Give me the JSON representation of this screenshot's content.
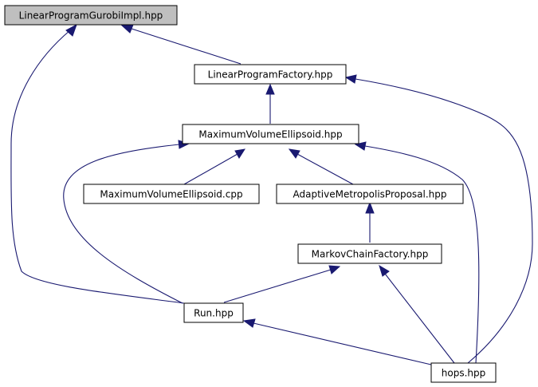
{
  "nodes": {
    "gurobi": "LinearProgramGurobiImpl.hpp",
    "lpfactory": "LinearProgramFactory.hpp",
    "mve_hpp": "MaximumVolumeEllipsoid.hpp",
    "mve_cpp": "MaximumVolumeEllipsoid.cpp",
    "amp": "AdaptiveMetropolisProposal.hpp",
    "mcfactory": "MarkovChainFactory.hpp",
    "run": "Run.hpp",
    "hops": "hops.hpp"
  },
  "highlighted_node": "gurobi",
  "edges": [
    {
      "from": "lpfactory",
      "to": "gurobi"
    },
    {
      "from": "run",
      "to": "gurobi"
    },
    {
      "from": "mve_hpp",
      "to": "lpfactory"
    },
    {
      "from": "hops",
      "to": "lpfactory"
    },
    {
      "from": "mve_cpp",
      "to": "mve_hpp"
    },
    {
      "from": "amp",
      "to": "mve_hpp"
    },
    {
      "from": "run",
      "to": "mve_hpp"
    },
    {
      "from": "hops",
      "to": "mve_hpp"
    },
    {
      "from": "mcfactory",
      "to": "amp"
    },
    {
      "from": "run",
      "to": "mcfactory"
    },
    {
      "from": "hops",
      "to": "mcfactory"
    },
    {
      "from": "hops",
      "to": "run"
    }
  ],
  "colors": {
    "edge": "#191970",
    "highlight_fill": "#bfbfbf",
    "node_fill": "#ffffff",
    "node_border": "#000000"
  }
}
